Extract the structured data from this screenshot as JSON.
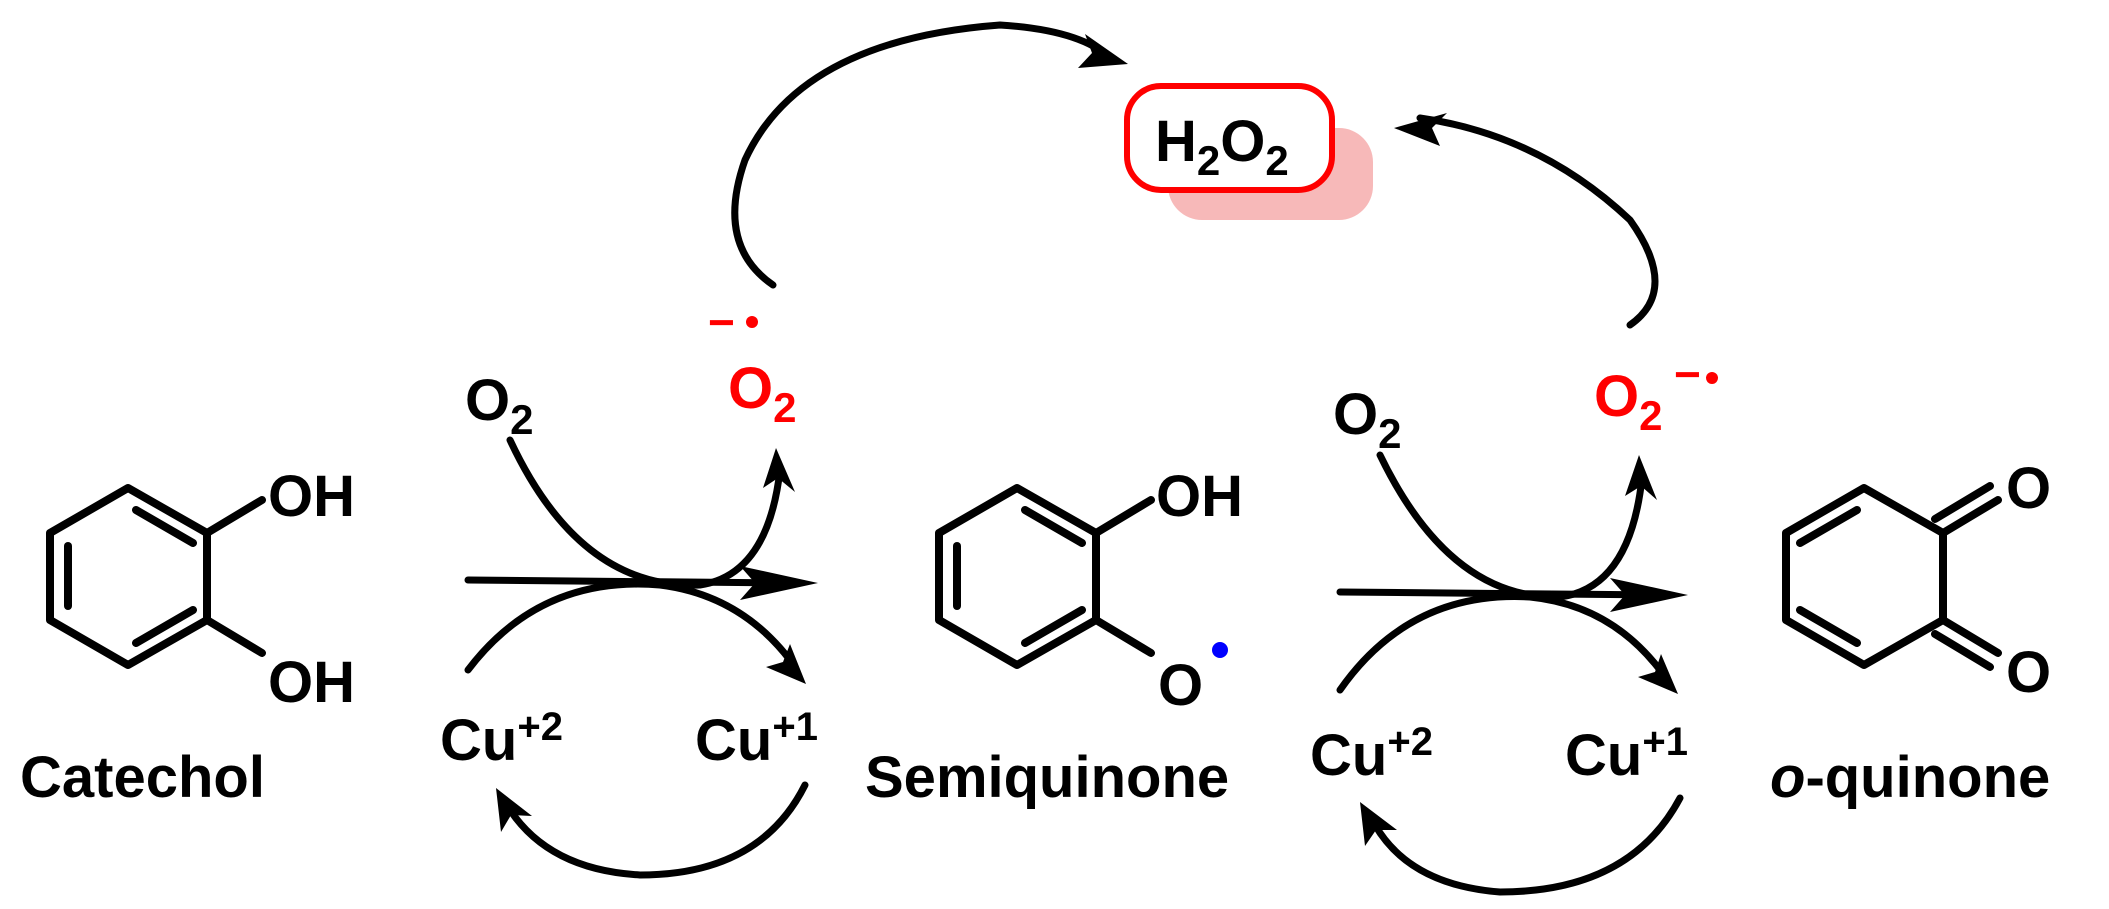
{
  "species": {
    "catechol": "Catechol",
    "semiquinone": "Semiquinone",
    "oquinone_prefix": "o",
    "oquinone_rest": "-quinone",
    "oh": "OH",
    "o": "O"
  },
  "reagents": {
    "o2_main": "O",
    "o2_sub": "2",
    "superoxide_charge": "−",
    "cu_base": "Cu",
    "cu_plus2": "+2",
    "cu_plus1": "+1"
  },
  "product": {
    "h2o2_h": "H",
    "h2o2_sub1": "2",
    "h2o2_o": "O",
    "h2o2_sub2": "2"
  },
  "colors": {
    "highlight": "#ff0000",
    "radical_dot_semiquinone": "#0000ff",
    "h2o2_shadow": "#f7b9b9"
  },
  "icons": {
    "reaction-arrow": "arrow",
    "radical": "dot"
  }
}
